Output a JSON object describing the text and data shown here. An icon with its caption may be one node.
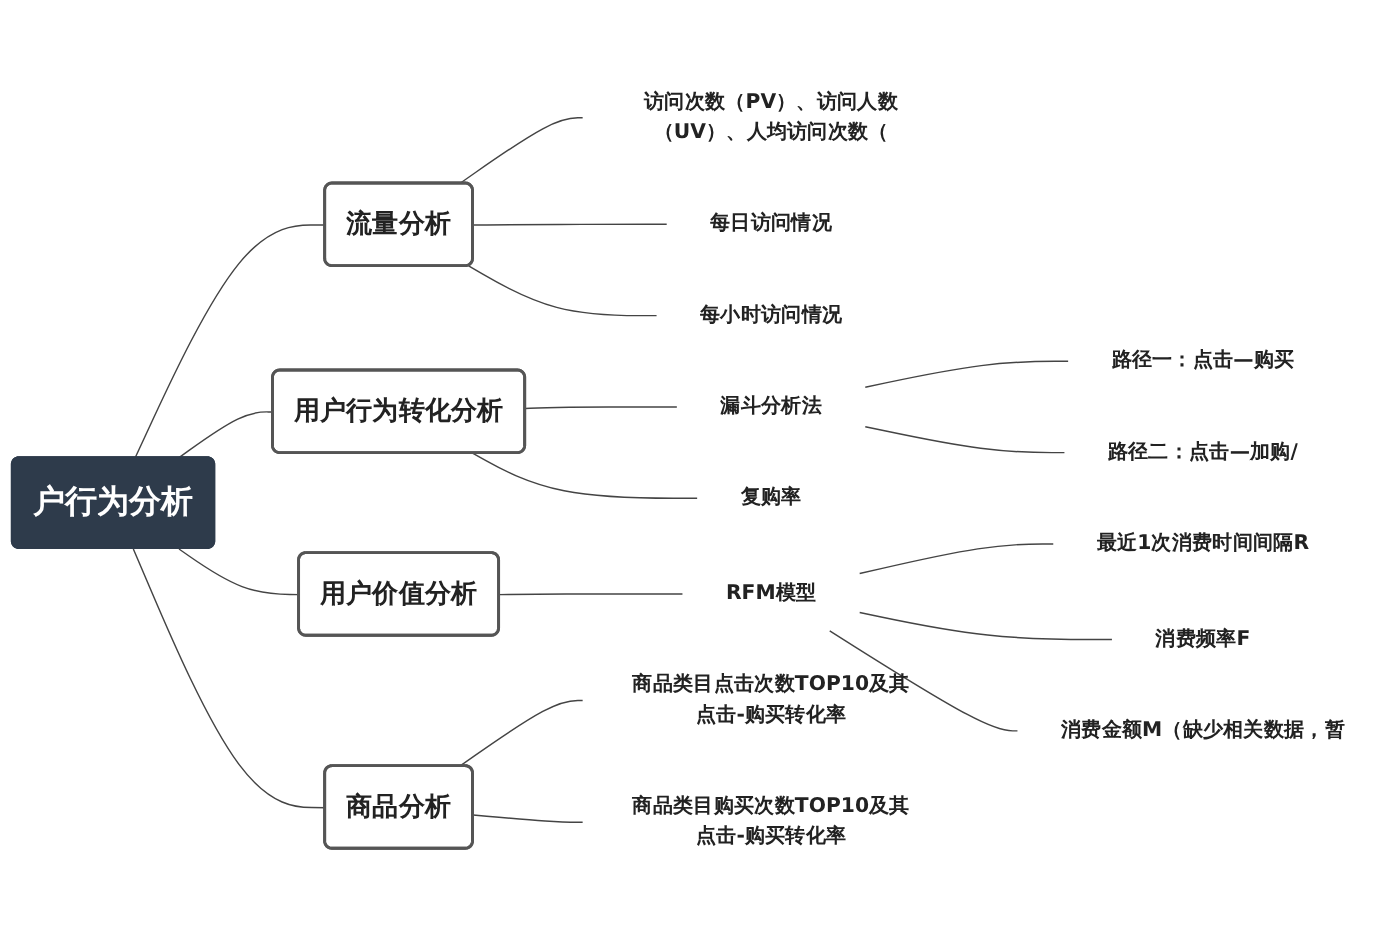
{
  "diagram": {
    "nodes": [
      {
        "text": [
          "户行为分析"
        ]
      },
      {
        "text": [
          "流量分析"
        ]
      },
      {
        "text": [
          "访问次数（PV）、访问人数（UV）、人均访问次数（"
        ]
      },
      {
        "text": [
          "每日访问情况"
        ]
      },
      {
        "text": [
          "每小时访问情况"
        ]
      },
      {
        "text": [
          "用户行为转化分析"
        ]
      },
      {
        "text": [
          "漏斗分析法"
        ]
      },
      {
        "text": [
          "路径一：点击—购买"
        ]
      },
      {
        "text": [
          "路径二：点击—加购/"
        ]
      },
      {
        "text": [
          "复购率"
        ]
      },
      {
        "text": [
          "用户价值分析"
        ]
      },
      {
        "text": [
          "RFM模型"
        ]
      },
      {
        "text": [
          "最近1次消费时间间隔R"
        ]
      },
      {
        "text": [
          "消费频率F"
        ]
      },
      {
        "text": [
          "消费金额M（缺少相关数据，暂"
        ]
      },
      {
        "text": [
          "商品分析"
        ]
      },
      {
        "text": [
          "商品类目点击次数TOP10及其点击-购买转化率"
        ]
      },
      {
        "text": [
          "商品类目购买次数TOP10及其点击-购买转化率"
        ]
      }
    ],
    "edges": [
      {
        "from": 0,
        "to": 1,
        "arrow": "none"
      },
      {
        "from": 1,
        "to": 2,
        "arrow": "none"
      },
      {
        "from": 1,
        "to": 3,
        "arrow": "none"
      },
      {
        "from": 1,
        "to": 4,
        "arrow": "none"
      },
      {
        "from": 0,
        "to": 5,
        "arrow": "none"
      },
      {
        "from": 5,
        "to": 6,
        "arrow": "none"
      },
      {
        "from": 6,
        "to": 7,
        "arrow": "none"
      },
      {
        "from": 6,
        "to": 8,
        "arrow": "none"
      },
      {
        "from": 5,
        "to": 9,
        "arrow": "none"
      },
      {
        "from": 0,
        "to": 10,
        "arrow": "none"
      },
      {
        "from": 10,
        "to": 11,
        "arrow": "none"
      },
      {
        "from": 11,
        "to": 12,
        "arrow": "none"
      },
      {
        "from": 11,
        "to": 13,
        "arrow": "none"
      },
      {
        "from": 11,
        "to": 14,
        "arrow": "none"
      },
      {
        "from": 0,
        "to": 15,
        "arrow": "none"
      },
      {
        "from": 15,
        "to": 16,
        "arrow": "none"
      },
      {
        "from": 15,
        "to": 17,
        "arrow": "none"
      }
    ]
  }
}
